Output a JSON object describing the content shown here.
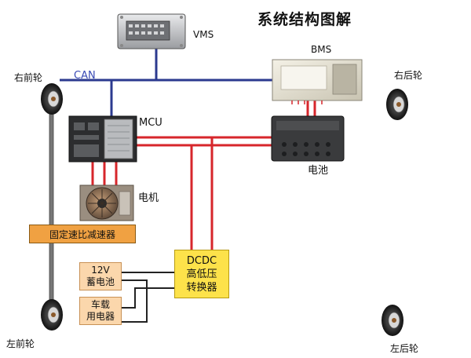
{
  "title": "系统结构图解",
  "bus_label": "CAN",
  "components": {
    "vms": "VMS",
    "bms": "BMS",
    "mcu": "MCU",
    "battery": "电池",
    "motor": "电机"
  },
  "wheels": {
    "front_right": "右前轮",
    "rear_right": "右后轮",
    "front_left": "左前轮",
    "rear_left": "左后轮"
  },
  "reducer": "固定速比减速器",
  "dcdc": {
    "line1": "DCDC",
    "line2": "高低压",
    "line3": "转换器"
  },
  "aux_battery": {
    "line1": "12V",
    "line2": "蓄电池"
  },
  "vehicle_load": {
    "line1": "车载",
    "line2": "用电器"
  },
  "colors": {
    "can_bus": "#2b3a8f",
    "high_voltage": "#d7262b",
    "low_voltage": "#222222",
    "reducer": "#f0a142",
    "dcdc": "#fde24a",
    "aux": "#fbd7ac"
  }
}
